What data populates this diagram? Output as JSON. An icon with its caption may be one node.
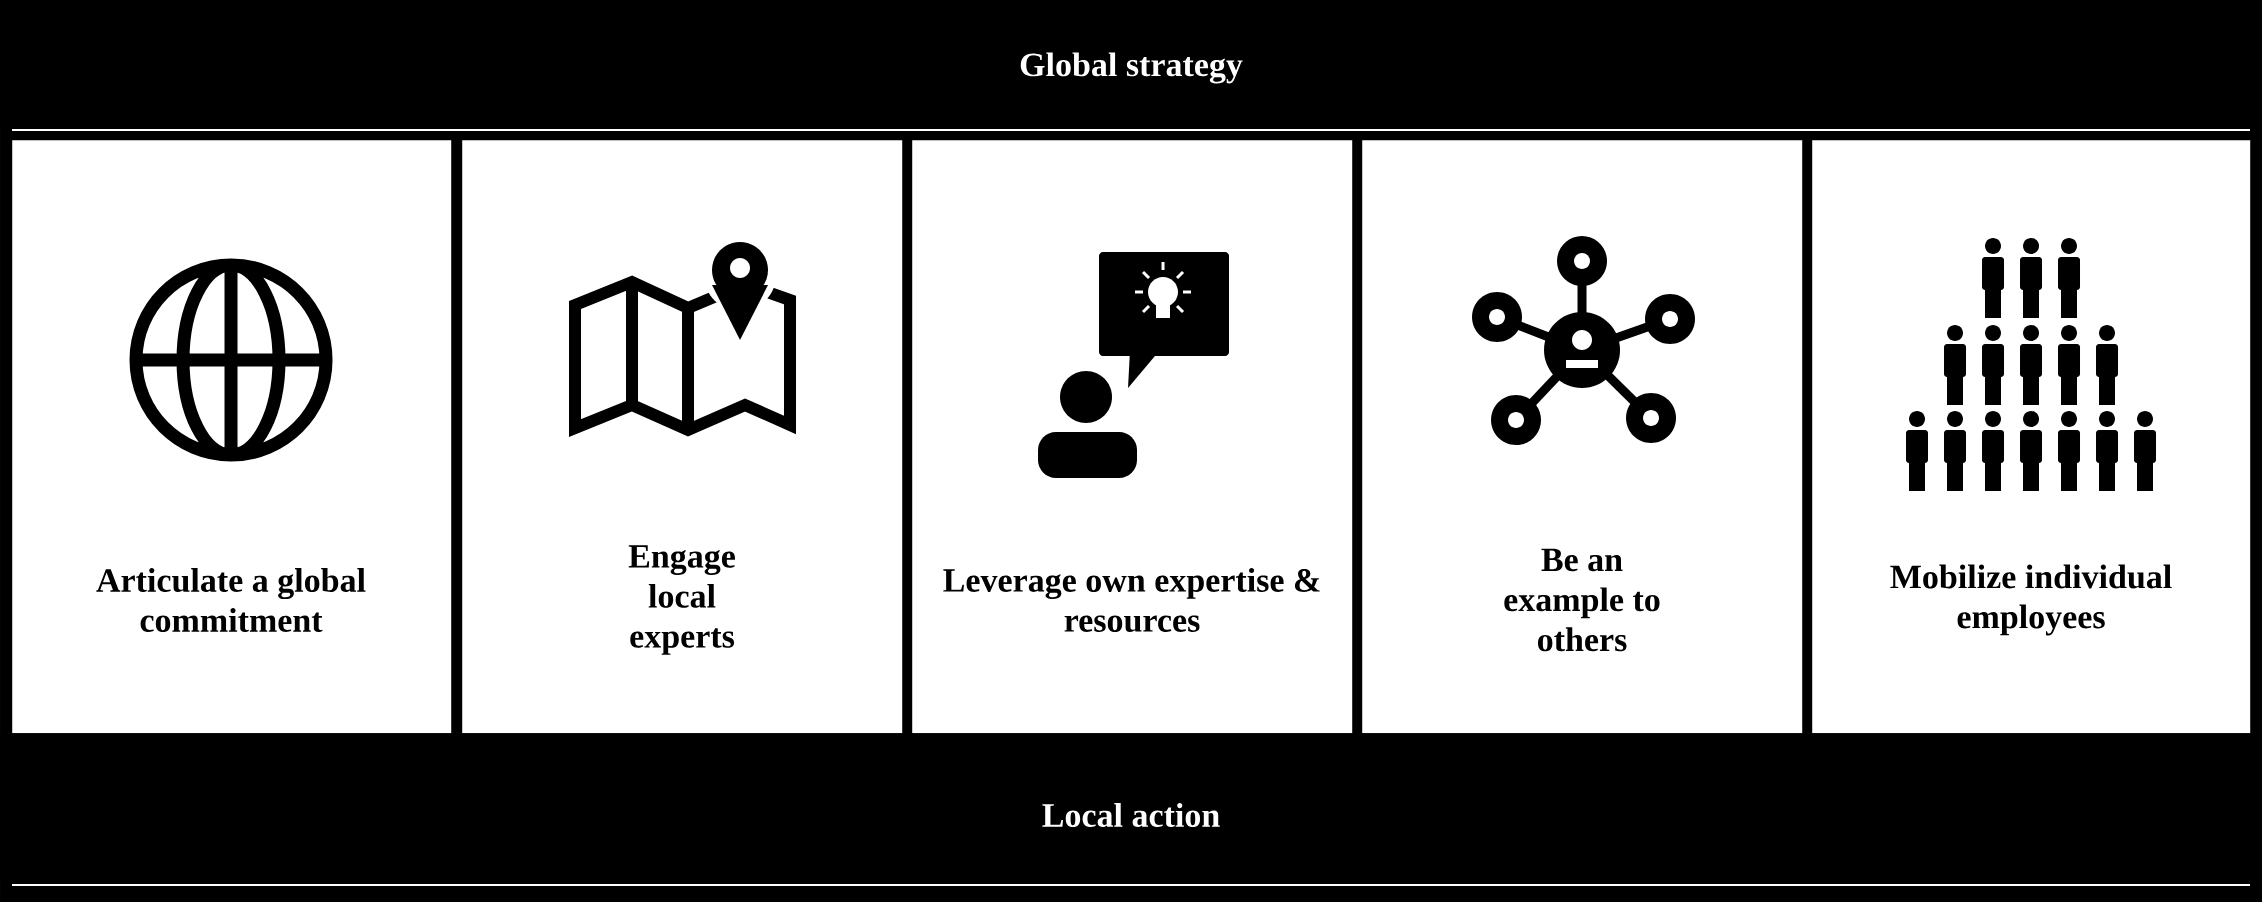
{
  "diagram": {
    "nodes": [
      {
        "text": [
          "Global strategy"
        ]
      },
      {
        "text": [
          "Articulate a global commitment"
        ]
      },
      {
        "text": [
          "Engage local experts"
        ]
      },
      {
        "text": [
          "Leverage own expertise & resources"
        ]
      },
      {
        "text": [
          "Be an example to others"
        ]
      },
      {
        "text": [
          "Mobilize individual employees"
        ]
      },
      {
        "text": [
          "Local action"
        ]
      }
    ]
  }
}
